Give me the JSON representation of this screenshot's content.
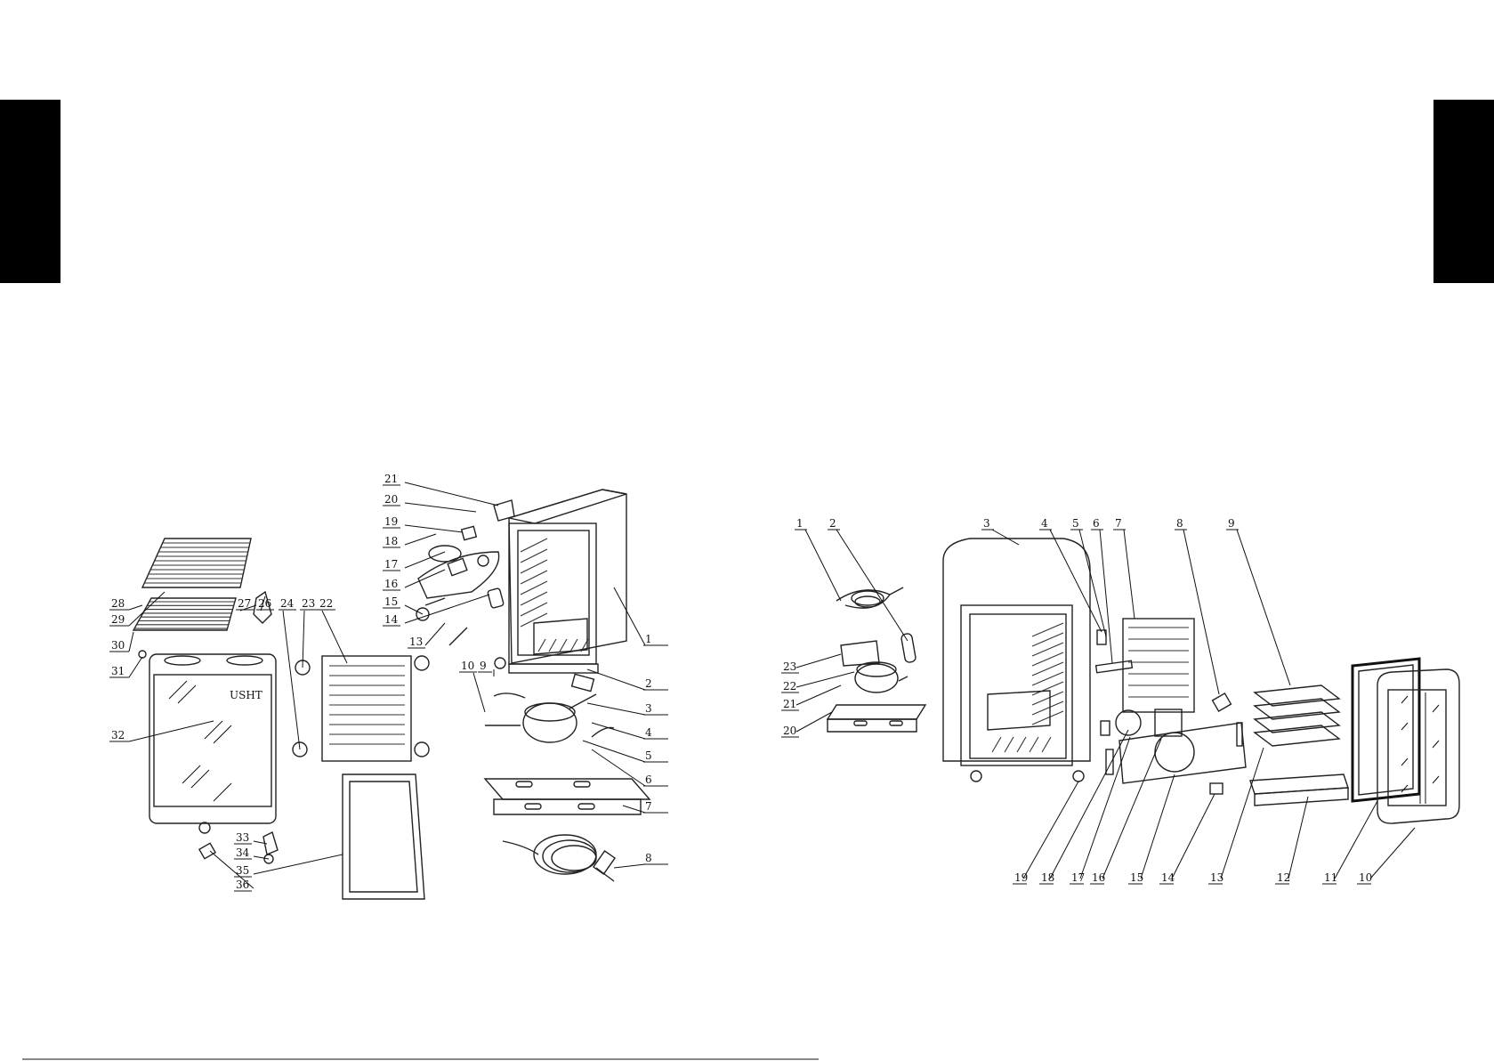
{
  "left_diagram": {
    "callouts": [
      {
        "n": "1"
      },
      {
        "n": "2"
      },
      {
        "n": "3"
      },
      {
        "n": "4"
      },
      {
        "n": "5"
      },
      {
        "n": "6"
      },
      {
        "n": "7"
      },
      {
        "n": "8"
      },
      {
        "n": "9"
      },
      {
        "n": "10"
      },
      {
        "n": "13"
      },
      {
        "n": "14"
      },
      {
        "n": "15"
      },
      {
        "n": "16"
      },
      {
        "n": "17"
      },
      {
        "n": "18"
      },
      {
        "n": "19"
      },
      {
        "n": "20"
      },
      {
        "n": "21"
      },
      {
        "n": "22"
      },
      {
        "n": "23"
      },
      {
        "n": "24"
      },
      {
        "n": "26"
      },
      {
        "n": "27"
      },
      {
        "n": "28"
      },
      {
        "n": "29"
      },
      {
        "n": "30"
      },
      {
        "n": "31"
      },
      {
        "n": "32"
      },
      {
        "n": "33"
      },
      {
        "n": "34"
      },
      {
        "n": "35"
      },
      {
        "n": "36"
      }
    ],
    "brand_text": "USHT"
  },
  "right_diagram": {
    "callouts": [
      {
        "n": "1"
      },
      {
        "n": "2"
      },
      {
        "n": "3"
      },
      {
        "n": "4"
      },
      {
        "n": "5"
      },
      {
        "n": "6"
      },
      {
        "n": "7"
      },
      {
        "n": "8"
      },
      {
        "n": "9"
      },
      {
        "n": "10"
      },
      {
        "n": "11"
      },
      {
        "n": "12"
      },
      {
        "n": "13"
      },
      {
        "n": "14"
      },
      {
        "n": "15"
      },
      {
        "n": "16"
      },
      {
        "n": "17"
      },
      {
        "n": "18"
      },
      {
        "n": "19"
      },
      {
        "n": "20"
      },
      {
        "n": "21"
      },
      {
        "n": "22"
      },
      {
        "n": "23"
      }
    ]
  }
}
